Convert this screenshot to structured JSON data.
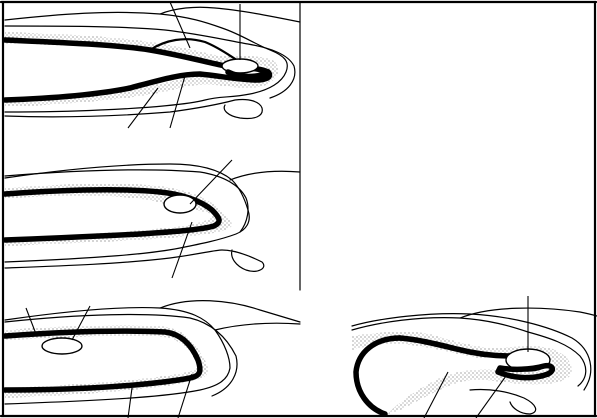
{
  "figure": {
    "panels": [
      {
        "id": "panel-1",
        "position": "top-left"
      },
      {
        "id": "panel-2",
        "position": "middle-left"
      },
      {
        "id": "panel-3",
        "position": "bottom-left"
      },
      {
        "id": "panel-4",
        "position": "bottom-right"
      }
    ],
    "label_text": []
  }
}
